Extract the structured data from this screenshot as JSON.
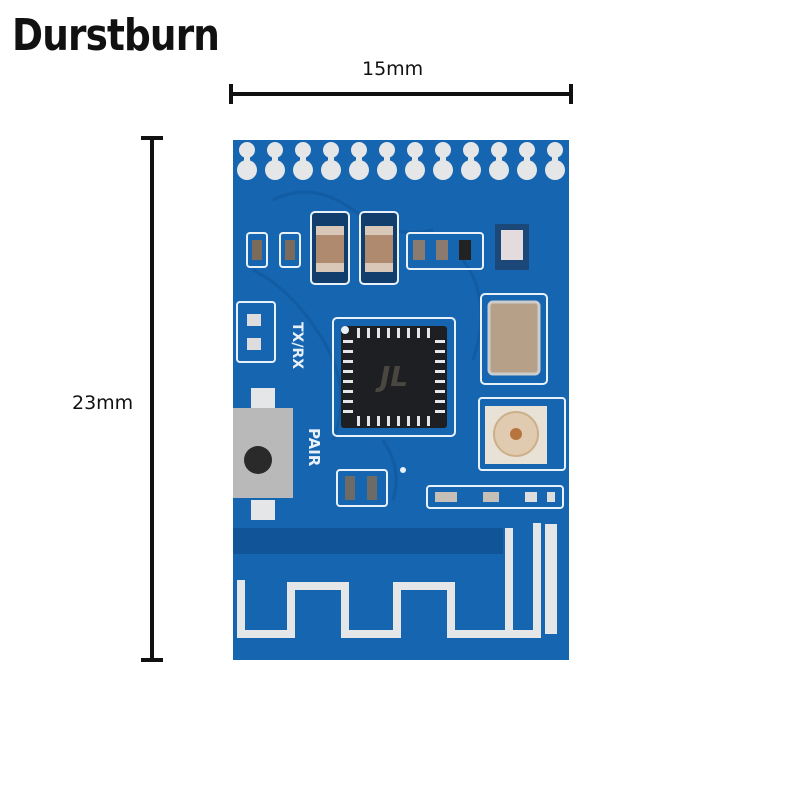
{
  "brand": {
    "name": "Durstburn"
  },
  "dimensions": {
    "width_label": "15mm",
    "height_label": "23mm"
  },
  "board": {
    "silkscreen_txrx": "TX/RX",
    "silkscreen_pair": "PAIR",
    "chip_logo": "JL",
    "colors": {
      "pcb": "#1565b0",
      "pcb_dark": "#0f4f8f",
      "silk": "#e8f1fa",
      "pad": "#e4e6e8",
      "chip": "#1d1f22",
      "cap": "#b08a6e"
    }
  }
}
